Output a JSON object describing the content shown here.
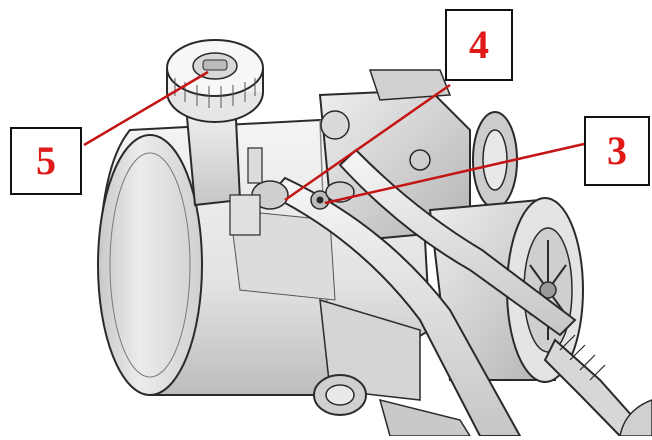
{
  "colors": {
    "callout_number": "#e01919",
    "leader_line": "#c41414",
    "outline": "#2a2a2a",
    "body_light": "#f1f1f1",
    "body_mid": "#d6d6d6",
    "body_dark": "#a9a9a9"
  },
  "callouts": [
    {
      "id": "callout-4",
      "number": "4"
    },
    {
      "id": "callout-3",
      "number": "3"
    },
    {
      "id": "callout-5",
      "number": "5"
    }
  ]
}
